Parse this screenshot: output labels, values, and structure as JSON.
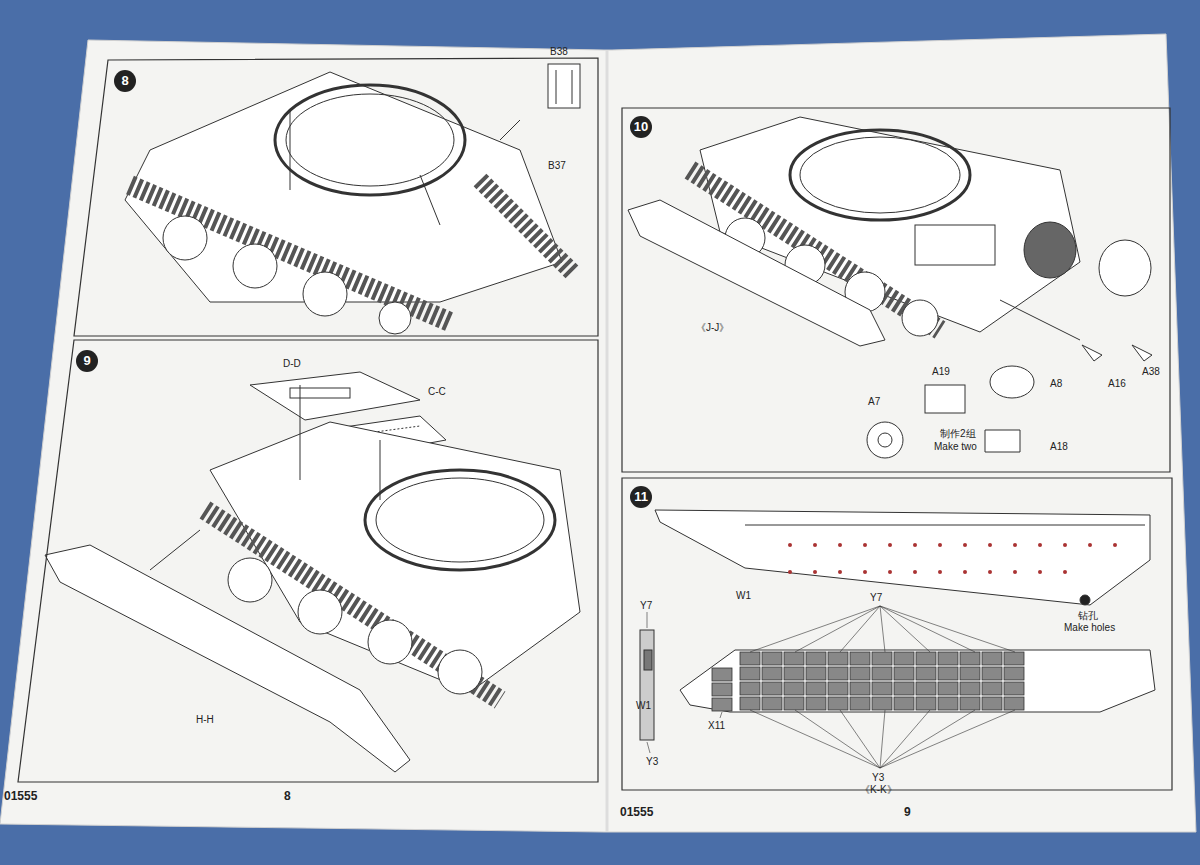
{
  "diagram": {
    "nodes": [
      {
        "text": [
          "8"
        ]
      },
      {
        "text": [
          "9"
        ]
      },
      {
        "text": [
          "10"
        ]
      },
      {
        "text": [
          "11"
        ]
      }
    ],
    "labels": [
      "B38",
      "B37",
      "D-D",
      "C-C",
      "H-H",
      "01555",
      "8",
      "《J-J》",
      "A19",
      "A16",
      "A38",
      "A8",
      "A7",
      "制作2组",
      "Make two",
      "A18",
      "W1",
      "钻孔",
      "Make holes",
      "Y7",
      "Y7",
      "W1",
      "X11",
      "Y3",
      "Y3",
      "《K-K》",
      "01555",
      "9"
    ]
  }
}
